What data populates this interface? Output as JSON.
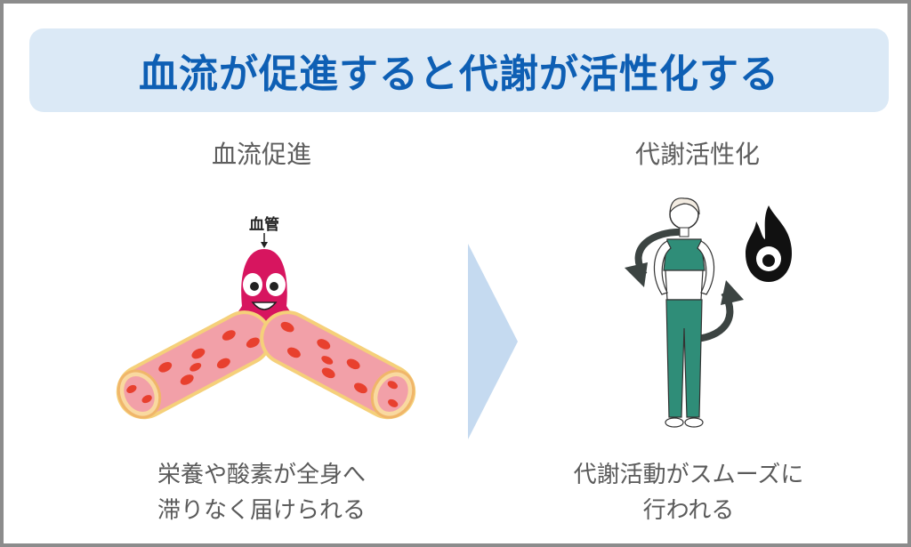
{
  "title": "血流が促進すると代謝が活性化する",
  "left": {
    "heading": "血流促進",
    "vessel_label": "血管",
    "caption_line1": "栄養や酸素が全身へ",
    "caption_line2": "滞りなく届けられる"
  },
  "right": {
    "heading": "代謝活性化",
    "caption_line1": "代謝活動がスムーズに",
    "caption_line2": "行われる"
  },
  "colors": {
    "title_text": "#0e5fb4",
    "title_bg": "#dbe9f6",
    "arrow": "#c5daf0",
    "vessel": "#d7155f",
    "vessel_inner": "#f2a0a8",
    "vessel_edge": "#f5d07a",
    "blood_cell": "#e8402e",
    "outfit": "#2f8d78",
    "cycle_arrow": "#3c4442",
    "flame": "#111111"
  },
  "icons": [
    "blood-vessel-character",
    "woman-figure",
    "cycle-arrow-icon",
    "flame-icon",
    "right-arrow-icon"
  ]
}
